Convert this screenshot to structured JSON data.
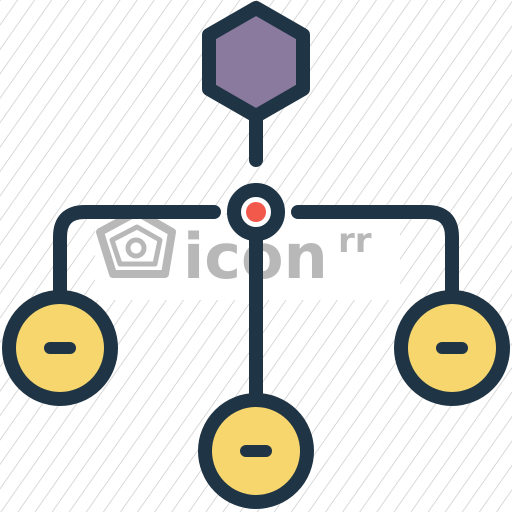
{
  "watermark": {
    "brand_text": "icon",
    "brand_suffix": "rr"
  },
  "icon": {
    "name": "hierarchy-network",
    "colors": {
      "stroke": "#1f3445",
      "hexagon_fill": "#8a7a9e",
      "hub_dot": "#f2594b",
      "leaf_fill": "#f8d66e",
      "hatch": "#c9c9c9",
      "watermark": "#b8b8b8"
    }
  }
}
